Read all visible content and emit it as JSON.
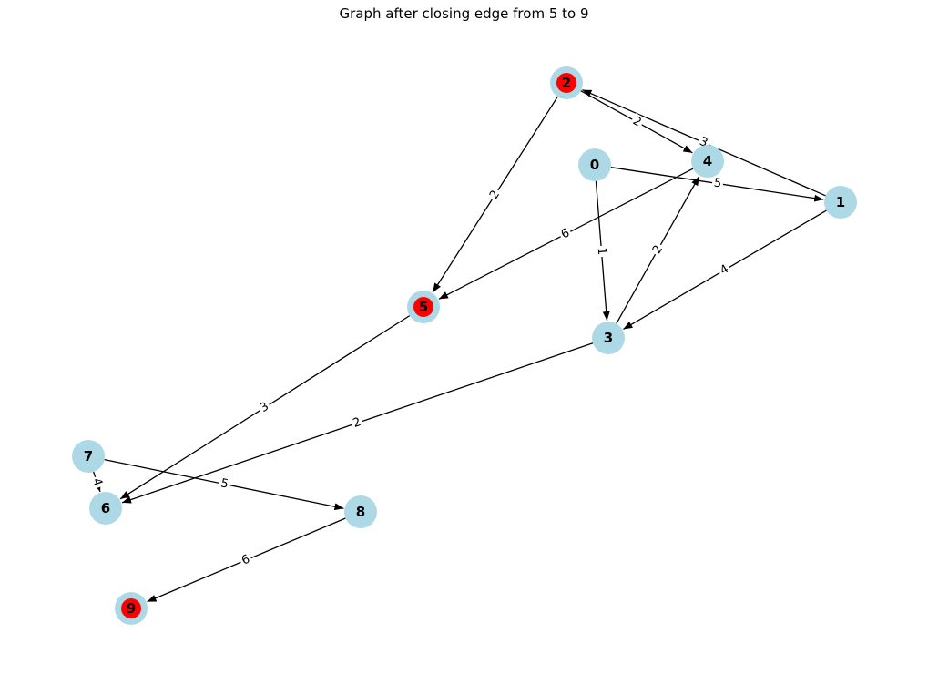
{
  "title": "Graph after closing edge from 5 to 9",
  "colors": {
    "node_fill": "#add8e6",
    "highlight_fill": "#ff0000",
    "edge": "#000000",
    "label": "#000000"
  },
  "nodes": [
    {
      "id": "0",
      "highlighted": false
    },
    {
      "id": "1",
      "highlighted": false
    },
    {
      "id": "2",
      "highlighted": true
    },
    {
      "id": "3",
      "highlighted": false
    },
    {
      "id": "4",
      "highlighted": false
    },
    {
      "id": "5",
      "highlighted": true
    },
    {
      "id": "6",
      "highlighted": false
    },
    {
      "id": "7",
      "highlighted": false
    },
    {
      "id": "8",
      "highlighted": false
    },
    {
      "id": "9",
      "highlighted": true
    }
  ],
  "edges": [
    {
      "source": "0",
      "target": "1",
      "weight": "5"
    },
    {
      "source": "0",
      "target": "3",
      "weight": "1"
    },
    {
      "source": "1",
      "target": "2",
      "weight": "3"
    },
    {
      "source": "1",
      "target": "3",
      "weight": "4"
    },
    {
      "source": "2",
      "target": "4",
      "weight": "2"
    },
    {
      "source": "2",
      "target": "5",
      "weight": "2"
    },
    {
      "source": "3",
      "target": "4",
      "weight": "2"
    },
    {
      "source": "3",
      "target": "6",
      "weight": "2"
    },
    {
      "source": "4",
      "target": "5",
      "weight": "6"
    },
    {
      "source": "5",
      "target": "6",
      "weight": "3"
    },
    {
      "source": "7",
      "target": "6",
      "weight": "4"
    },
    {
      "source": "7",
      "target": "8",
      "weight": "5"
    },
    {
      "source": "8",
      "target": "9",
      "weight": "6"
    }
  ]
}
